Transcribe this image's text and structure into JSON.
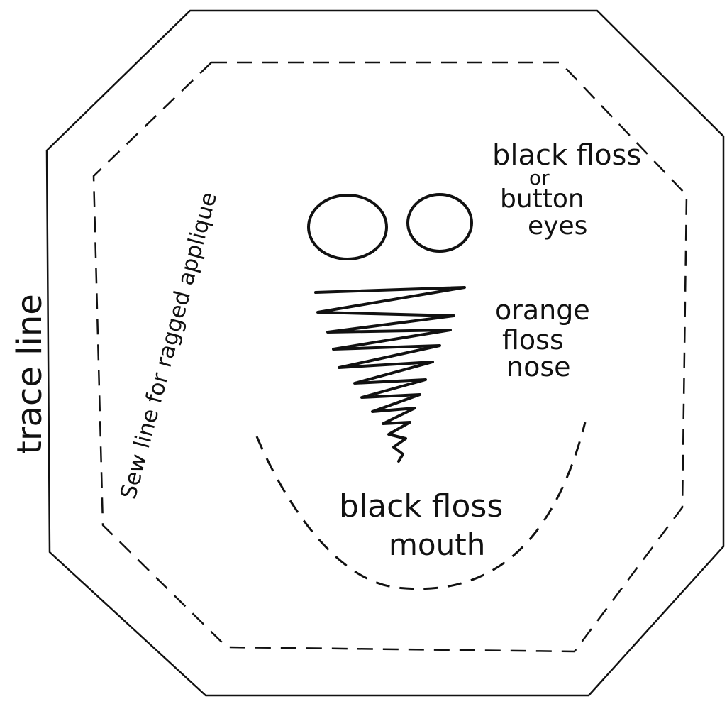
{
  "labels": {
    "trace_line": "trace line",
    "sew_line": "Sew line for ragged applique",
    "eyes_line1": "black floss",
    "eyes_line2": "or",
    "eyes_line3": "button",
    "eyes_line4": "eyes",
    "nose_line1": "orange",
    "nose_line2": "floss",
    "nose_line3": "nose",
    "mouth_line1": "black floss",
    "mouth_line2": "mouth"
  },
  "colors": {
    "ink": "#111111",
    "paper": "#ffffff"
  }
}
